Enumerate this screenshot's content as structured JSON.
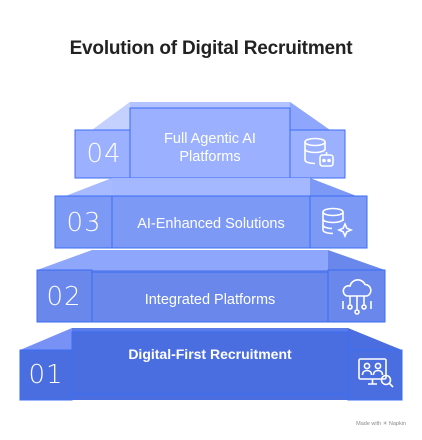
{
  "title": "Evolution of Digital Recruitment",
  "steps": [
    {
      "number": "04",
      "label_lines": [
        "Full Agentic AI",
        "Platforms"
      ],
      "icon": "database-robot-icon"
    },
    {
      "number": "03",
      "label_lines": [
        "AI-Enhanced Solutions"
      ],
      "icon": "database-sparkle-icon"
    },
    {
      "number": "02",
      "label_lines": [
        "Integrated Platforms"
      ],
      "icon": "cloud-network-icon"
    },
    {
      "number": "01",
      "label_lines": [
        "Digital-First Recruitment"
      ],
      "icon": "monitor-people-icon"
    }
  ],
  "colors": {
    "step4": "#9bb0ff",
    "step3": "#7d99f6",
    "step2": "#6a88ec",
    "step1": "#4a6ee0",
    "outline": "#3b6df5",
    "background": "#ffffff"
  },
  "credit": "Made with ✳ Napkin"
}
